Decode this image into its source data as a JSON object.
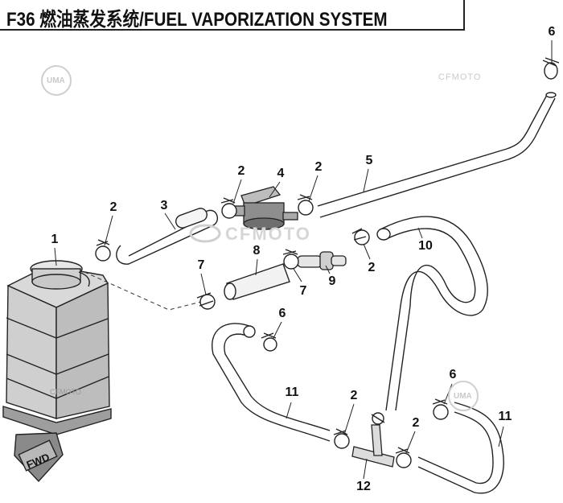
{
  "title": {
    "code": "F36",
    "name": "燃油蒸发系统/FUEL VAPORIZATION SYSTEM"
  },
  "watermarks": {
    "brand_1": "CFMOTO",
    "brand_2": "CFMOTO",
    "brand_3": "CFMOTO",
    "logo_1": "UMA",
    "logo_2": "UMA"
  },
  "fwd_label": "FWD",
  "callouts": [
    {
      "id": "c1",
      "text": "1"
    },
    {
      "id": "c2a",
      "text": "2"
    },
    {
      "id": "c2b",
      "text": "2"
    },
    {
      "id": "c2c",
      "text": "2"
    },
    {
      "id": "c2d",
      "text": "2"
    },
    {
      "id": "c2e",
      "text": "2"
    },
    {
      "id": "c2f",
      "text": "2"
    },
    {
      "id": "c3",
      "text": "3"
    },
    {
      "id": "c4",
      "text": "4"
    },
    {
      "id": "c5",
      "text": "5"
    },
    {
      "id": "c6a",
      "text": "6"
    },
    {
      "id": "c6b",
      "text": "6"
    },
    {
      "id": "c6c",
      "text": "6"
    },
    {
      "id": "c7a",
      "text": "7"
    },
    {
      "id": "c7b",
      "text": "7"
    },
    {
      "id": "c8",
      "text": "8"
    },
    {
      "id": "c9",
      "text": "9"
    },
    {
      "id": "c10",
      "text": "10"
    },
    {
      "id": "c11a",
      "text": "11"
    },
    {
      "id": "c11b",
      "text": "11"
    },
    {
      "id": "c12",
      "text": "12"
    }
  ]
}
